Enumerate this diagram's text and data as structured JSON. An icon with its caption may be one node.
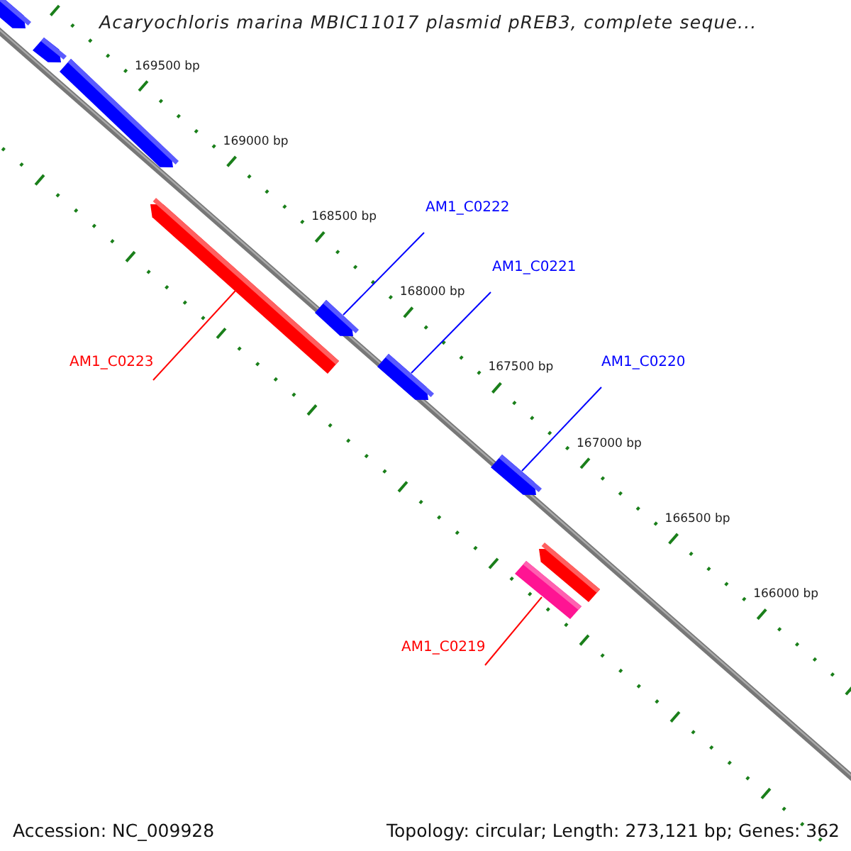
{
  "diagram": {
    "title": "Acaryochloris marina MBIC11017 plasmid pREB3, complete seque...",
    "nodes": [
      {
        "text": [
          "AM1_C0222"
        ]
      },
      {
        "text": [],
        "shape": "bar"
      },
      {
        "text": [
          "AM1_C0221"
        ]
      },
      {
        "text": [],
        "shape": "bar"
      },
      {
        "text": [
          "AM1_C0220"
        ]
      },
      {
        "text": [],
        "shape": "bar"
      },
      {
        "text": [
          "AM1_C0223"
        ]
      },
      {
        "text": [],
        "shape": "bar"
      },
      {
        "text": [
          "AM1_C0219"
        ]
      },
      {
        "text": [],
        "shape": "bar"
      },
      {
        "text": [],
        "shape": "bar"
      },
      {
        "text": [],
        "shape": "bar"
      },
      {
        "text": [],
        "shape": "bar"
      },
      {
        "text": [],
        "shape": "bar"
      }
    ],
    "edges": [
      {
        "from": 0,
        "to": 1,
        "arrow": "none",
        "color": "#0000ff"
      },
      {
        "from": 2,
        "to": 3,
        "arrow": "none",
        "color": "#0000ff"
      },
      {
        "from": 4,
        "to": 5,
        "arrow": "none",
        "color": "#0000ff"
      },
      {
        "from": 6,
        "to": 7,
        "arrow": "none",
        "color": "#ff0000"
      },
      {
        "from": 8,
        "to": 9,
        "arrow": "none",
        "color": "#ff0000"
      }
    ],
    "labels": [
      "169500 bp",
      "169000 bp",
      "168500 bp",
      "168000 bp",
      "167500 bp",
      "167000 bp",
      "166500 bp",
      "166000 bp",
      "Accession: NC_009928",
      "Topology: circular; Length: 273,121 bp; Genes: 362"
    ]
  }
}
